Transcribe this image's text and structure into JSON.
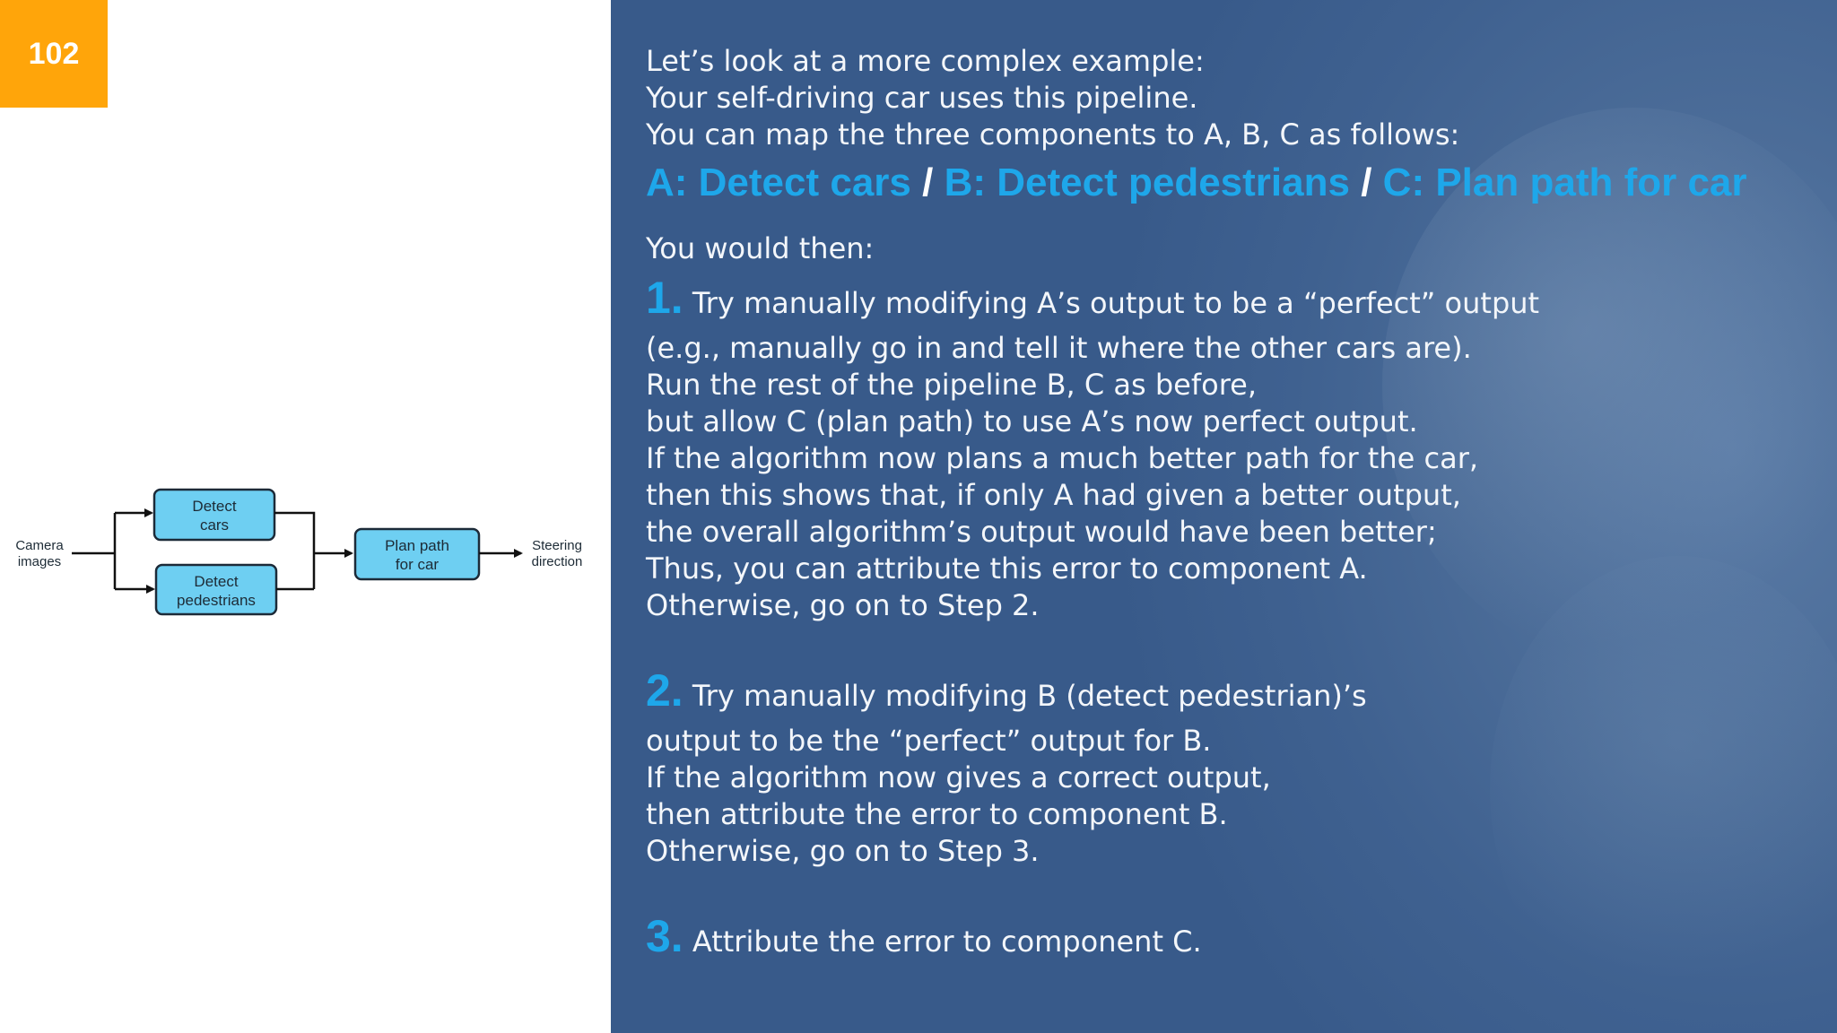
{
  "slide": {
    "page_number": "102"
  },
  "diagram": {
    "input_label": [
      "Camera",
      "images"
    ],
    "nodes": {
      "detect_cars": [
        "Detect",
        "cars"
      ],
      "detect_pedestrians": [
        "Detect",
        "pedestrians"
      ],
      "plan_path": [
        "Plan path",
        "for car"
      ]
    },
    "output_label": [
      "Steering",
      "direction"
    ]
  },
  "content": {
    "intro": [
      "Let’s look at a more complex example:",
      "Your self-driving car uses this pipeline.",
      "You can map the three components to A, B, C as follows:"
    ],
    "components": {
      "a": "A: Detect cars",
      "b": "B: Detect pedestrians",
      "c": "C: Plan path for car",
      "separator": "/"
    },
    "then_label": "You would then:",
    "steps": [
      {
        "number": "1.",
        "lines": [
          "Try manually modifying A’s output to be a “perfect” output",
          "(e.g., manually go in and tell it where the other cars are).",
          "Run the rest of the pipeline B, C as before,",
          "but allow C (plan path) to use A’s now perfect output.",
          "If the algorithm now plans a much better path for the car,",
          "then this shows that, if only A had given a better output,",
          "the overall algorithm’s output would have been better;",
          "Thus, you can attribute this error to component A.",
          "Otherwise, go on to Step 2."
        ]
      },
      {
        "number": "2.",
        "lines": [
          "Try manually modifying B (detect pedestrian)’s",
          "output to be the “perfect” output for B.",
          "If the algorithm now gives a correct output,",
          "then attribute the error to component B.",
          "Otherwise, go on to Step 3."
        ]
      },
      {
        "number": "3.",
        "lines": [
          "Attribute the error to component C."
        ]
      }
    ]
  },
  "colors": {
    "badge": "#ffa50a",
    "accent": "#1ea7ea",
    "node_fill": "#6ecff2",
    "panel": "#436590"
  }
}
